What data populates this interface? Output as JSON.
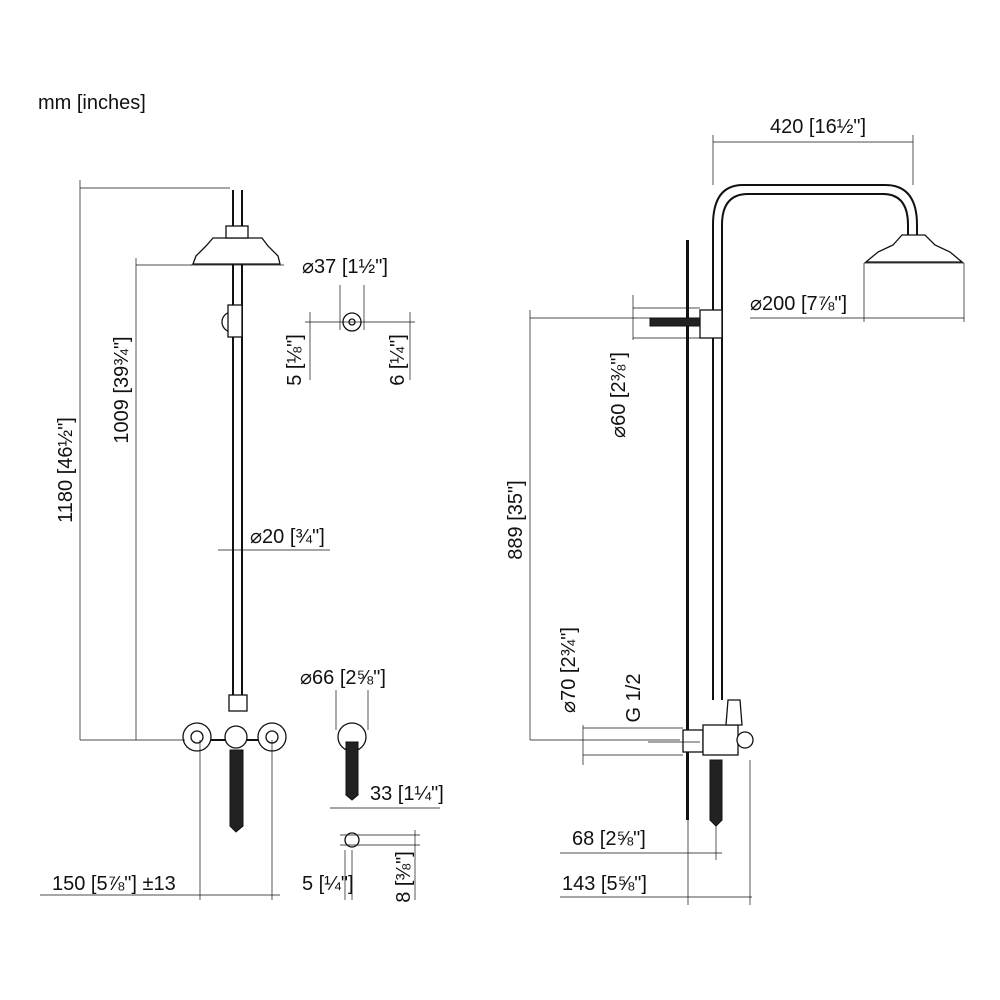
{
  "units_label": "mm [inches]",
  "front": {
    "overall_height": "1180",
    "overall_height_in": "46½\"",
    "arm_height": "1009",
    "arm_height_in": "39¾\"",
    "pipe_dia": "20",
    "pipe_dia_in": "¾\"",
    "centers": "150",
    "centers_in": "5⅞\"",
    "tolerance": "±13"
  },
  "bracket": {
    "dia": "37",
    "dia_in": "1½\"",
    "left_dim": "5",
    "left_dim_in": "⅛\"",
    "right_dim": "6",
    "right_dim_in": "¼\""
  },
  "handshower_holder": {
    "dia": "66",
    "dia_in": "2⅝\"",
    "width": "33",
    "width_in": "1¼\"",
    "left_dim": "5",
    "left_dim_in": "¼\"",
    "right_dim": "8",
    "right_dim_in": "⅜\""
  },
  "side": {
    "reach": "420",
    "reach_in": "16½\"",
    "head_dia": "200",
    "head_dia_in": "7⅞\"",
    "height": "889",
    "height_in": "35\"",
    "bracket_dia": "60",
    "bracket_dia_in": "2⅜\"",
    "flange_dia": "70",
    "flange_dia_in": "2¾\"",
    "thread": "G 1/2",
    "proj_68": "68",
    "proj_68_in": "2⅝\"",
    "proj_143": "143",
    "proj_143_in": "5⅝\""
  }
}
